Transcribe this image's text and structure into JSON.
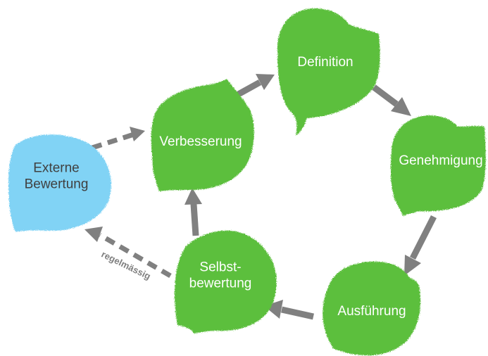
{
  "colors": {
    "leaf_green": "#5cbf3c",
    "leaf_blue": "#81d3f5",
    "arrow_gray": "#808080",
    "label_on_green": "#ffffff",
    "label_on_blue": "#404040"
  },
  "nodes": {
    "definition": {
      "lines": [
        "Definition"
      ]
    },
    "genehmigung": {
      "lines": [
        "Genehmigung"
      ]
    },
    "ausfuehrung": {
      "lines": [
        "Ausführung"
      ]
    },
    "selbstbewertung": {
      "lines": [
        "Selbst-",
        "bewertung"
      ]
    },
    "verbesserung": {
      "lines": [
        "Verbesserung"
      ]
    },
    "externe": {
      "lines": [
        "Externe",
        "Bewertung"
      ]
    }
  },
  "edges": {
    "selbst_to_externe": {
      "label": "regelmässig",
      "style": "dashed"
    },
    "externe_to_verbesserung": {
      "style": "dashed"
    },
    "verbesserung_to_definition": {
      "style": "solid"
    },
    "definition_to_genehmigung": {
      "style": "solid"
    },
    "genehmigung_to_ausfuehrung": {
      "style": "solid"
    },
    "ausfuehrung_to_selbst": {
      "style": "solid"
    },
    "selbst_to_verbesserung": {
      "style": "solid"
    }
  }
}
